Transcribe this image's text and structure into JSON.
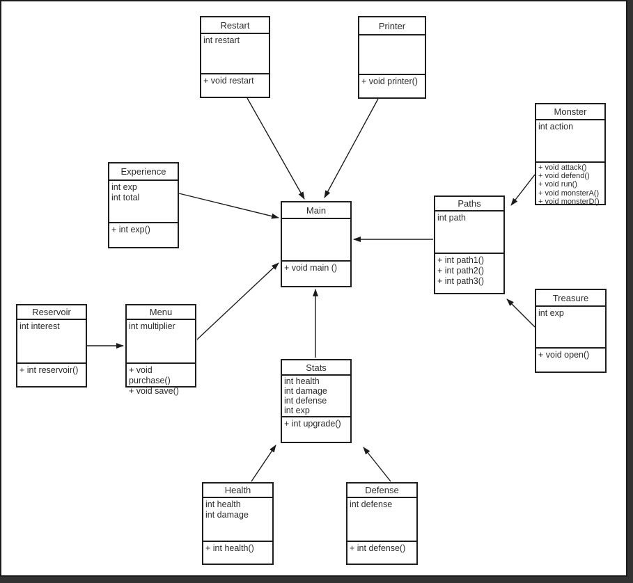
{
  "diagram_title": "",
  "colors": {
    "canvas": "#ffffff",
    "background": "#323232",
    "line": "#1b1b1b"
  },
  "classes": {
    "restart": {
      "name": "Restart",
      "attributes": [
        "int restart"
      ],
      "methods": [
        "+ void restart"
      ]
    },
    "printer": {
      "name": "Printer",
      "attributes": [],
      "methods": [
        "+ void printer()"
      ]
    },
    "monster": {
      "name": "Monster",
      "attributes": [
        "int action"
      ],
      "methods": [
        "+ void attack()",
        "+ void defend()",
        "+ void run()",
        "+ void monsterA()",
        "+ void monsterD()"
      ]
    },
    "experience": {
      "name": "Experience",
      "attributes": [
        "int exp",
        "int total"
      ],
      "methods": [
        "+ int exp()"
      ]
    },
    "main": {
      "name": "Main",
      "attributes": [],
      "methods": [
        "+ void main ()"
      ]
    },
    "paths": {
      "name": "Paths",
      "attributes": [
        "int path"
      ],
      "methods": [
        "+ int path1()",
        "+ int path2()",
        "+ int path3()"
      ]
    },
    "treasure": {
      "name": "Treasure",
      "attributes": [
        "int exp"
      ],
      "methods": [
        "+ void open()"
      ]
    },
    "reservoir": {
      "name": "Reservoir",
      "attributes": [
        "int interest"
      ],
      "methods": [
        "+ int reservoir()"
      ]
    },
    "menu": {
      "name": "Menu",
      "attributes": [
        "int multiplier"
      ],
      "methods": [
        "+ void purchase()",
        "+ void save()"
      ]
    },
    "stats": {
      "name": "Stats",
      "attributes": [
        "int health",
        "int damage",
        "int defense",
        "int exp"
      ],
      "methods": [
        "+ int upgrade()"
      ]
    },
    "health": {
      "name": "Health",
      "attributes": [
        "int health",
        "int damage"
      ],
      "methods": [
        "+ int health()"
      ]
    },
    "defense": {
      "name": "Defense",
      "attributes": [
        "int defense"
      ],
      "methods": [
        "+ int defense()"
      ]
    }
  },
  "relations": [
    {
      "from": "Restart",
      "to": "Main"
    },
    {
      "from": "Printer",
      "to": "Main"
    },
    {
      "from": "Experience",
      "to": "Main"
    },
    {
      "from": "Menu",
      "to": "Main"
    },
    {
      "from": "Paths",
      "to": "Main"
    },
    {
      "from": "Stats",
      "to": "Main"
    },
    {
      "from": "Monster",
      "to": "Paths"
    },
    {
      "from": "Treasure",
      "to": "Paths"
    },
    {
      "from": "Reservoir",
      "to": "Menu"
    },
    {
      "from": "Health",
      "to": "Stats"
    },
    {
      "from": "Defense",
      "to": "Stats"
    }
  ]
}
